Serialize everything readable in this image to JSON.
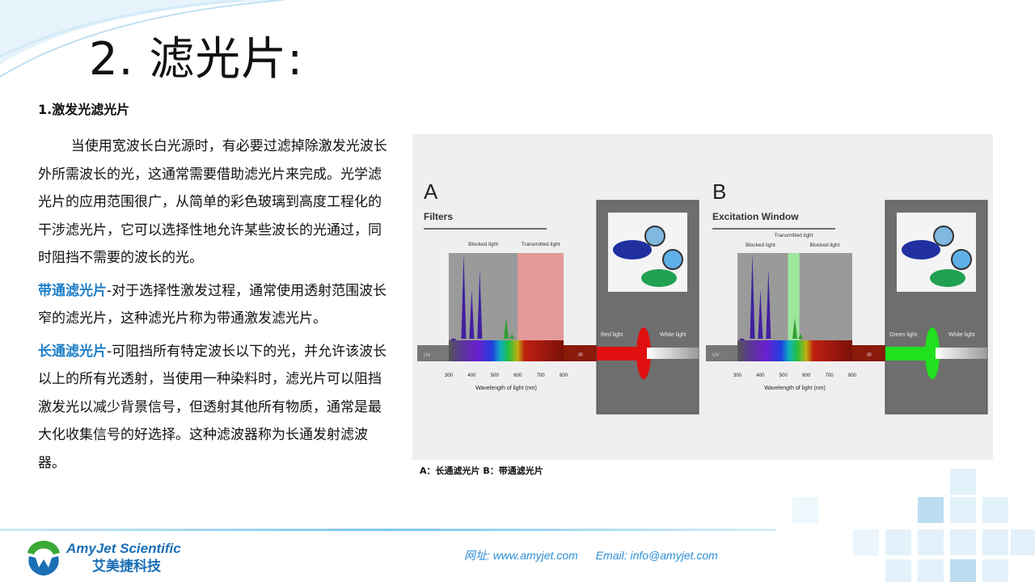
{
  "title": "2. 滤光片:",
  "section": "1.激发光滤光片",
  "paragraphs": {
    "intro": "当使用宽波长白光源时，有必要过滤掉除激发光波长外所需波长的光，这通常需要借助滤光片来完成。光学滤光片的应用范围很广，从简单的彩色玻璃到高度工程化的干涉滤光片，它可以选择性地允许某些波长的光通过，同时阻挡不需要的波长的光。",
    "bandpass_term": "带通滤光片",
    "bandpass_text": "-对于选择性激发过程，通常使用透射范围波长窄的滤光片，这种滤光片称为带通激发滤光片。",
    "longpass_term": "长通滤光片",
    "longpass_text": "-可阻挡所有特定波长以下的光，并允许该波长以上的所有光透射，当使用一种染料时，滤光片可以阻挡激发光以减少背景信号，但透射其他所有物质，通常是最大化收集信号的好选择。这种滤波器称为长通发射滤波器。"
  },
  "figure": {
    "panels": [
      {
        "letter": "A",
        "heading": "Filters",
        "labels": [
          "Blocked light",
          "Transmitted light"
        ],
        "output_light": "Red light",
        "input_light": "White light"
      },
      {
        "letter": "B",
        "heading": "Excitation Window",
        "labels": [
          "Blocked light",
          "Transmitted light",
          "Blocked light"
        ],
        "output_light": "Green light",
        "input_light": "White light"
      }
    ],
    "uv": "UV",
    "ir": "IR",
    "ticks": [
      "300",
      "400",
      "500",
      "600",
      "700",
      "800"
    ],
    "axis_label": "Wavelength of light (nm)",
    "caption": "A：长通滤光片  B：带通滤光片"
  },
  "footer": {
    "brand_en": "AmyJet Scientific",
    "brand_cn": "艾美捷科技",
    "website": "网址: www.amyjet.com",
    "email": "Email: info@amyjet.com"
  },
  "colors": {
    "accent": "#1e7fc8",
    "logo_green": "#3aaa35",
    "logo_blue": "#1a6fb5"
  }
}
